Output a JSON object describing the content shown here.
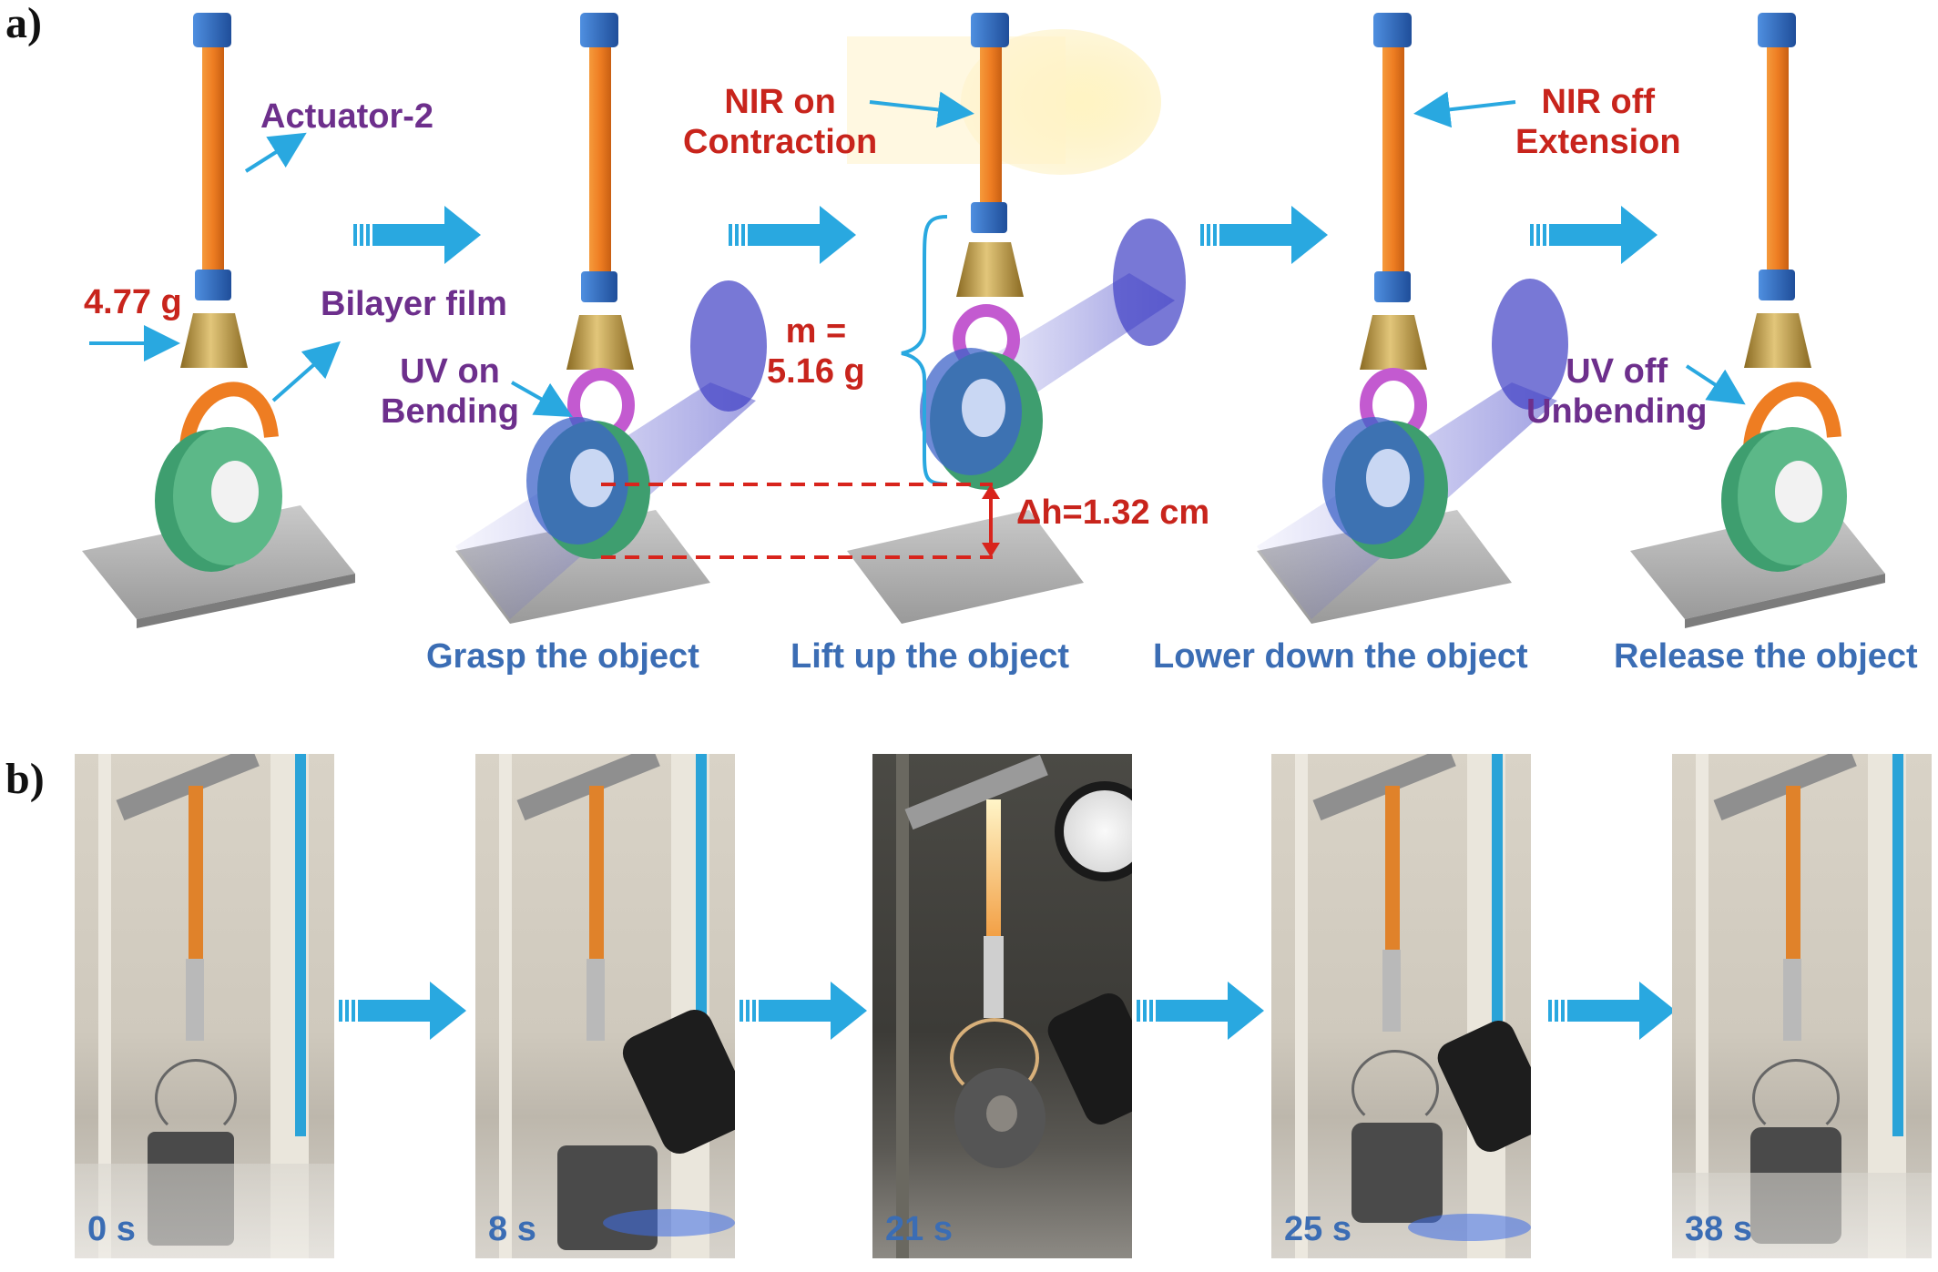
{
  "panel_a": {
    "letter": "a)",
    "labels": {
      "actuator": "Actuator-2",
      "mass_small": "4.77 g",
      "bilayer": "Bilayer film",
      "uv_on": [
        "UV on",
        "Bending"
      ],
      "nir_on": [
        "NIR on",
        "Contraction"
      ],
      "mass_total": [
        "m =",
        "5.16 g"
      ],
      "delta_h": "Δh=1.32 cm",
      "nir_off": [
        "NIR off",
        "Extension"
      ],
      "uv_off": [
        "UV off",
        "Unbending"
      ]
    },
    "captions": [
      "Grasp the object",
      "Lift up the object",
      "Lower down the object",
      "Release the object"
    ]
  },
  "panel_b": {
    "letter": "b)",
    "frames": [
      {
        "time": "0 s"
      },
      {
        "time": "8 s"
      },
      {
        "time": "21 s"
      },
      {
        "time": "25 s"
      },
      {
        "time": "38 s"
      }
    ]
  },
  "colors": {
    "label_red": "#c8241c",
    "label_purple": "#6d2f8c",
    "caption_blue": "#3b6db4",
    "arrow_blue": "#29a8e0",
    "actuator_orange": "#ee7d22",
    "ring_green": "#3e9e6f",
    "clamp_blue": "#2e6cc0",
    "weight_gold": "#c6a24a",
    "dashed_red": "#d8241c"
  }
}
